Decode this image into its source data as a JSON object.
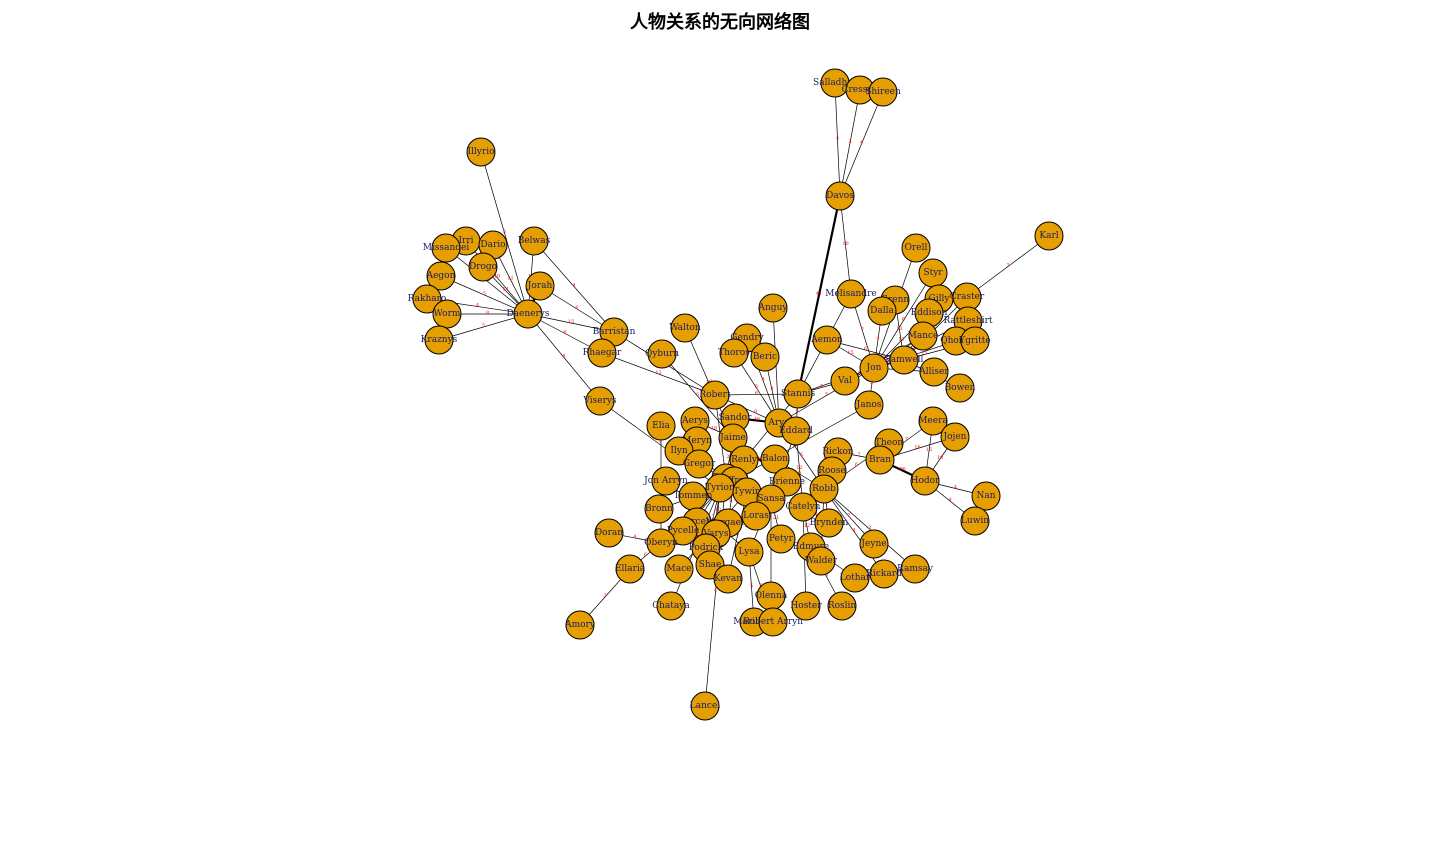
{
  "title": "人物关系的无向网络图",
  "node_color": "#E69F00",
  "edge_color": "#000000",
  "weight_color": "#FF0000",
  "label_color": "#1A1A66",
  "nodes": [
    {
      "id": "Illyrio"
    },
    {
      "id": "Salladhor"
    },
    {
      "id": "Cressen"
    },
    {
      "id": "Shireen"
    },
    {
      "id": "Davos"
    },
    {
      "id": "Karl"
    },
    {
      "id": "Irri"
    },
    {
      "id": "Dario"
    },
    {
      "id": "Missandei"
    },
    {
      "id": "Belwas"
    },
    {
      "id": "Drogo"
    },
    {
      "id": "Aegon"
    },
    {
      "id": "Jorah"
    },
    {
      "id": "Rakharo"
    },
    {
      "id": "Worm"
    },
    {
      "id": "Daenerys"
    },
    {
      "id": "Kraznys"
    },
    {
      "id": "Barristan"
    },
    {
      "id": "Rhaegar"
    },
    {
      "id": "Viserys"
    },
    {
      "id": "Orell"
    },
    {
      "id": "Styr"
    },
    {
      "id": "Gilly"
    },
    {
      "id": "Craster"
    },
    {
      "id": "Melisandre"
    },
    {
      "id": "Grenn"
    },
    {
      "id": "Dalla"
    },
    {
      "id": "Eddison"
    },
    {
      "id": "Rattleshirt"
    },
    {
      "id": "Mance"
    },
    {
      "id": "Qhorin"
    },
    {
      "id": "Ygritte"
    },
    {
      "id": "Anguy"
    },
    {
      "id": "Walton"
    },
    {
      "id": "Gendry"
    },
    {
      "id": "Aemon"
    },
    {
      "id": "Qyburn"
    },
    {
      "id": "Thoros"
    },
    {
      "id": "Beric"
    },
    {
      "id": "Jon"
    },
    {
      "id": "Samwell"
    },
    {
      "id": "Alliser"
    },
    {
      "id": "Val"
    },
    {
      "id": "Bowen"
    },
    {
      "id": "Robert"
    },
    {
      "id": "Stannis"
    },
    {
      "id": "Janos"
    },
    {
      "id": "Elia"
    },
    {
      "id": "Aerys"
    },
    {
      "id": "Sandor"
    },
    {
      "id": "Arya"
    },
    {
      "id": "Meera"
    },
    {
      "id": "Eddard"
    },
    {
      "id": "Jaime"
    },
    {
      "id": "Meryn"
    },
    {
      "id": "Jojen"
    },
    {
      "id": "Theon"
    },
    {
      "id": "Ilyn"
    },
    {
      "id": "Rickon"
    },
    {
      "id": "Balon"
    },
    {
      "id": "Renly"
    },
    {
      "id": "Gregor"
    },
    {
      "id": "Bran"
    },
    {
      "id": "Roose"
    },
    {
      "id": "Cersei"
    },
    {
      "id": "Joffrey"
    },
    {
      "id": "Hodor"
    },
    {
      "id": "Jon Arryn"
    },
    {
      "id": "Tyrion"
    },
    {
      "id": "Tywin"
    },
    {
      "id": "Brienne"
    },
    {
      "id": "Robb"
    },
    {
      "id": "Nan"
    },
    {
      "id": "Sansa"
    },
    {
      "id": "Tommen"
    },
    {
      "id": "Bronn"
    },
    {
      "id": "Luwin"
    },
    {
      "id": "Catelyn"
    },
    {
      "id": "Myrcella"
    },
    {
      "id": "Margaery"
    },
    {
      "id": "Loras"
    },
    {
      "id": "Brynden"
    },
    {
      "id": "Doran"
    },
    {
      "id": "Pycelle"
    },
    {
      "id": "Varys"
    },
    {
      "id": "Petyr"
    },
    {
      "id": "Oberyn"
    },
    {
      "id": "Podrick"
    },
    {
      "id": "Edmure"
    },
    {
      "id": "Jeyne"
    },
    {
      "id": "Lysa"
    },
    {
      "id": "Walder"
    },
    {
      "id": "Ellaria"
    },
    {
      "id": "Mace"
    },
    {
      "id": "Shae"
    },
    {
      "id": "Ramsay"
    },
    {
      "id": "Lothar"
    },
    {
      "id": "Rickard"
    },
    {
      "id": "Kevan"
    },
    {
      "id": "Olenna"
    },
    {
      "id": "Chataya"
    },
    {
      "id": "Hoster"
    },
    {
      "id": "Roslin"
    },
    {
      "id": "Amory"
    },
    {
      "id": "Marillion"
    },
    {
      "id": "Robert Arryn"
    },
    {
      "id": "Lancel"
    }
  ],
  "edges": [
    {
      "s": "Illyrio",
      "t": "Daenerys",
      "w": "5"
    },
    {
      "s": "Salladhor",
      "t": "Davos",
      "w": "4"
    },
    {
      "s": "Cressen",
      "t": "Davos",
      "w": "3"
    },
    {
      "s": "Shireen",
      "t": "Davos",
      "w": "4"
    },
    {
      "s": "Davos",
      "t": "Melisandre",
      "w": "10"
    },
    {
      "s": "Davos",
      "t": "Stannis",
      "w": "41"
    },
    {
      "s": "Karl",
      "t": "Craster",
      "w": "3"
    },
    {
      "s": "Irri",
      "t": "Daenerys",
      "w": "10"
    },
    {
      "s": "Dario",
      "t": "Daenerys",
      "w": "11"
    },
    {
      "s": "Missandei",
      "t": "Daenerys",
      "w": "12"
    },
    {
      "s": "Belwas",
      "t": "Daenerys",
      "w": "12"
    },
    {
      "s": "Drogo",
      "t": "Daenerys",
      "w": "14"
    },
    {
      "s": "Aegon",
      "t": "Daenerys",
      "w": "5"
    },
    {
      "s": "Jorah",
      "t": "Daenerys",
      "w": "47"
    },
    {
      "s": "Rakharo",
      "t": "Daenerys",
      "w": "4"
    },
    {
      "s": "Worm",
      "t": "Daenerys",
      "w": "8"
    },
    {
      "s": "Kraznys",
      "t": "Daenerys",
      "w": "5"
    },
    {
      "s": "Barristan",
      "t": "Daenerys",
      "w": "15"
    },
    {
      "s": "Rhaegar",
      "t": "Daenerys",
      "w": "6"
    },
    {
      "s": "Viserys",
      "t": "Daenerys",
      "w": "8"
    },
    {
      "s": "Belwas",
      "t": "Barristan",
      "w": "4"
    },
    {
      "s": "Jorah",
      "t": "Barristan",
      "w": "6"
    },
    {
      "s": "Rhaegar",
      "t": "Robert",
      "w": "12"
    },
    {
      "s": "Viserys",
      "t": "Tyrion",
      "w": "3"
    },
    {
      "s": "Barristan",
      "t": "Robert",
      "w": "4"
    },
    {
      "s": "Orell",
      "t": "Jon",
      "w": "4"
    },
    {
      "s": "Styr",
      "t": "Jon",
      "w": "6"
    },
    {
      "s": "Gilly",
      "t": "Samwell",
      "w": "18"
    },
    {
      "s": "Craster",
      "t": "Samwell",
      "w": "7"
    },
    {
      "s": "Melisandre",
      "t": "Stannis",
      "w": "10"
    },
    {
      "s": "Melisandre",
      "t": "Jon",
      "w": "7"
    },
    {
      "s": "Grenn",
      "t": "Samwell",
      "w": "13"
    },
    {
      "s": "Dalla",
      "t": "Jon",
      "w": "4"
    },
    {
      "s": "Eddison",
      "t": "Jon",
      "w": "11"
    },
    {
      "s": "Rattleshirt",
      "t": "Jon",
      "w": "3"
    },
    {
      "s": "Mance",
      "t": "Jon",
      "w": "12"
    },
    {
      "s": "Qhorin",
      "t": "Jon",
      "w": "5"
    },
    {
      "s": "Ygritte",
      "t": "Jon",
      "w": "11"
    },
    {
      "s": "Anguy",
      "t": "Arya",
      "w": "4"
    },
    {
      "s": "Walton",
      "t": "Jaime",
      "w": "10"
    },
    {
      "s": "Gendry",
      "t": "Arya",
      "w": "4"
    },
    {
      "s": "Aemon",
      "t": "Jon",
      "w": "15"
    },
    {
      "s": "Qyburn",
      "t": "Jaime",
      "w": "6"
    },
    {
      "s": "Thoros",
      "t": "Arya",
      "w": "5"
    },
    {
      "s": "Beric",
      "t": "Arya",
      "w": "9"
    },
    {
      "s": "Jon",
      "t": "Samwell",
      "w": "14"
    },
    {
      "s": "Jon",
      "t": "Alliser",
      "w": "6"
    },
    {
      "s": "Jon",
      "t": "Val",
      "w": "5"
    },
    {
      "s": "Jon",
      "t": "Stannis",
      "w": "11"
    },
    {
      "s": "Jon",
      "t": "Janos",
      "w": "7"
    },
    {
      "s": "Bowen",
      "t": "Samwell",
      "w": "4"
    },
    {
      "s": "Robert",
      "t": "Eddard",
      "w": "9"
    },
    {
      "s": "Robert",
      "t": "Cersei",
      "w": "8"
    },
    {
      "s": "Robert",
      "t": "Stannis",
      "w": "6"
    },
    {
      "s": "Stannis",
      "t": "Renly",
      "w": "5"
    },
    {
      "s": "Janos",
      "t": "Tyrion",
      "w": "3"
    },
    {
      "s": "Elia",
      "t": "Oberyn",
      "w": "5"
    },
    {
      "s": "Aerys",
      "t": "Jaime",
      "w": "18"
    },
    {
      "s": "Sandor",
      "t": "Arya",
      "w": "46"
    },
    {
      "s": "Arya",
      "t": "Eddard",
      "w": "14"
    },
    {
      "s": "Meera",
      "t": "Bran",
      "w": "7"
    },
    {
      "s": "Meera",
      "t": "Hodor",
      "w": "15"
    },
    {
      "s": "Jojen",
      "t": "Bran",
      "w": "16"
    },
    {
      "s": "Jojen",
      "t": "Hodor",
      "w": "10"
    },
    {
      "s": "Theon",
      "t": "Bran",
      "w": "5"
    },
    {
      "s": "Ilyn",
      "t": "Sansa",
      "w": "4"
    },
    {
      "s": "Rickon",
      "t": "Bran",
      "w": "7"
    },
    {
      "s": "Balon",
      "t": "Robb",
      "w": "6"
    },
    {
      "s": "Renly",
      "t": "Loras",
      "w": "6"
    },
    {
      "s": "Gregor",
      "t": "Tywin",
      "w": "4"
    },
    {
      "s": "Bran",
      "t": "Hodor",
      "w": "96"
    },
    {
      "s": "Roose",
      "t": "Robb",
      "w": "8"
    },
    {
      "s": "Cersei",
      "t": "Tyrion",
      "w": "36"
    },
    {
      "s": "Joffrey",
      "t": "Sansa",
      "w": "15"
    },
    {
      "s": "Hodor",
      "t": "Nan",
      "w": "4"
    },
    {
      "s": "Hodor",
      "t": "Luwin",
      "w": "4"
    },
    {
      "s": "Jon Arryn",
      "t": "Lysa",
      "w": "8"
    },
    {
      "s": "Tyrion",
      "t": "Tywin",
      "w": "39"
    },
    {
      "s": "Brienne",
      "t": "Jaime",
      "w": "48"
    },
    {
      "s": "Robb",
      "t": "Catelyn",
      "w": "53"
    },
    {
      "s": "Sansa",
      "t": "Tyrion",
      "w": "44"
    },
    {
      "s": "Tommen",
      "t": "Cersei",
      "w": "5"
    },
    {
      "s": "Bronn",
      "t": "Tyrion",
      "w": "19"
    },
    {
      "s": "Catelyn",
      "t": "Brynden",
      "w": "8"
    },
    {
      "s": "Myrcella",
      "t": "Cersei",
      "w": "3"
    },
    {
      "s": "Margaery",
      "t": "Joffrey",
      "w": "6"
    },
    {
      "s": "Loras",
      "t": "Sansa",
      "w": "5"
    },
    {
      "s": "Doran",
      "t": "Oberyn",
      "w": "4"
    },
    {
      "s": "Pycelle",
      "t": "Tyrion",
      "w": "7"
    },
    {
      "s": "Varys",
      "t": "Tyrion",
      "w": "13"
    },
    {
      "s": "Petyr",
      "t": "Sansa",
      "w": "21"
    },
    {
      "s": "Oberyn",
      "t": "Tyrion",
      "w": "22"
    },
    {
      "s": "Podrick",
      "t": "Tyrion",
      "w": "7"
    },
    {
      "s": "Edmure",
      "t": "Catelyn",
      "w": "12"
    },
    {
      "s": "Jeyne",
      "t": "Robb",
      "w": "7"
    },
    {
      "s": "Lysa",
      "t": "Sansa",
      "w": "10"
    },
    {
      "s": "Walder",
      "t": "Robb",
      "w": "7"
    },
    {
      "s": "Ellaria",
      "t": "Oberyn",
      "w": "6"
    },
    {
      "s": "Mace",
      "t": "Tywin",
      "w": "3"
    },
    {
      "s": "Shae",
      "t": "Tyrion",
      "w": "20"
    },
    {
      "s": "Ramsay",
      "t": "Robb",
      "w": "3"
    },
    {
      "s": "Lothar",
      "t": "Edmure",
      "w": "5"
    },
    {
      "s": "Rickard",
      "t": "Robb",
      "w": "4"
    },
    {
      "s": "Kevan",
      "t": "Tywin",
      "w": "5"
    },
    {
      "s": "Olenna",
      "t": "Sansa",
      "w": "5"
    },
    {
      "s": "Chataya",
      "t": "Tyrion",
      "w": "4"
    },
    {
      "s": "Hoster",
      "t": "Catelyn",
      "w": "5"
    },
    {
      "s": "Roslin",
      "t": "Edmure",
      "w": "6"
    },
    {
      "s": "Amory",
      "t": "Ellaria",
      "w": "3"
    },
    {
      "s": "Marillion",
      "t": "Lysa",
      "w": "5"
    },
    {
      "s": "Robert Arryn",
      "t": "Lysa",
      "w": "6"
    },
    {
      "s": "Lancel",
      "t": "Cersei",
      "w": "4"
    },
    {
      "s": "Jaime",
      "t": "Cersei",
      "w": "24"
    },
    {
      "s": "Joffrey",
      "t": "Tyrion",
      "w": "18"
    },
    {
      "s": "Eddard",
      "t": "Catelyn",
      "w": "12"
    },
    {
      "s": "Eddard",
      "t": "Sansa",
      "w": "9"
    },
    {
      "s": "Robb",
      "t": "Arya",
      "w": "6"
    },
    {
      "s": "Tywin",
      "t": "Jaime",
      "w": "11"
    },
    {
      "s": "Stannis",
      "t": "Eddard",
      "w": "5"
    },
    {
      "s": "Theon",
      "t": "Robb",
      "w": "6"
    },
    {
      "s": "Jon",
      "t": "Arya",
      "w": "5"
    },
    {
      "s": "Brynden",
      "t": "Robb",
      "w": "7"
    },
    {
      "s": "Val",
      "t": "Stannis",
      "w": "4"
    },
    {
      "s": "Aemon",
      "t": "Samwell",
      "w": "6"
    },
    {
      "s": "Mance",
      "t": "Val",
      "w": "4"
    },
    {
      "s": "Rickon",
      "t": "Robb",
      "w": "4"
    }
  ]
}
